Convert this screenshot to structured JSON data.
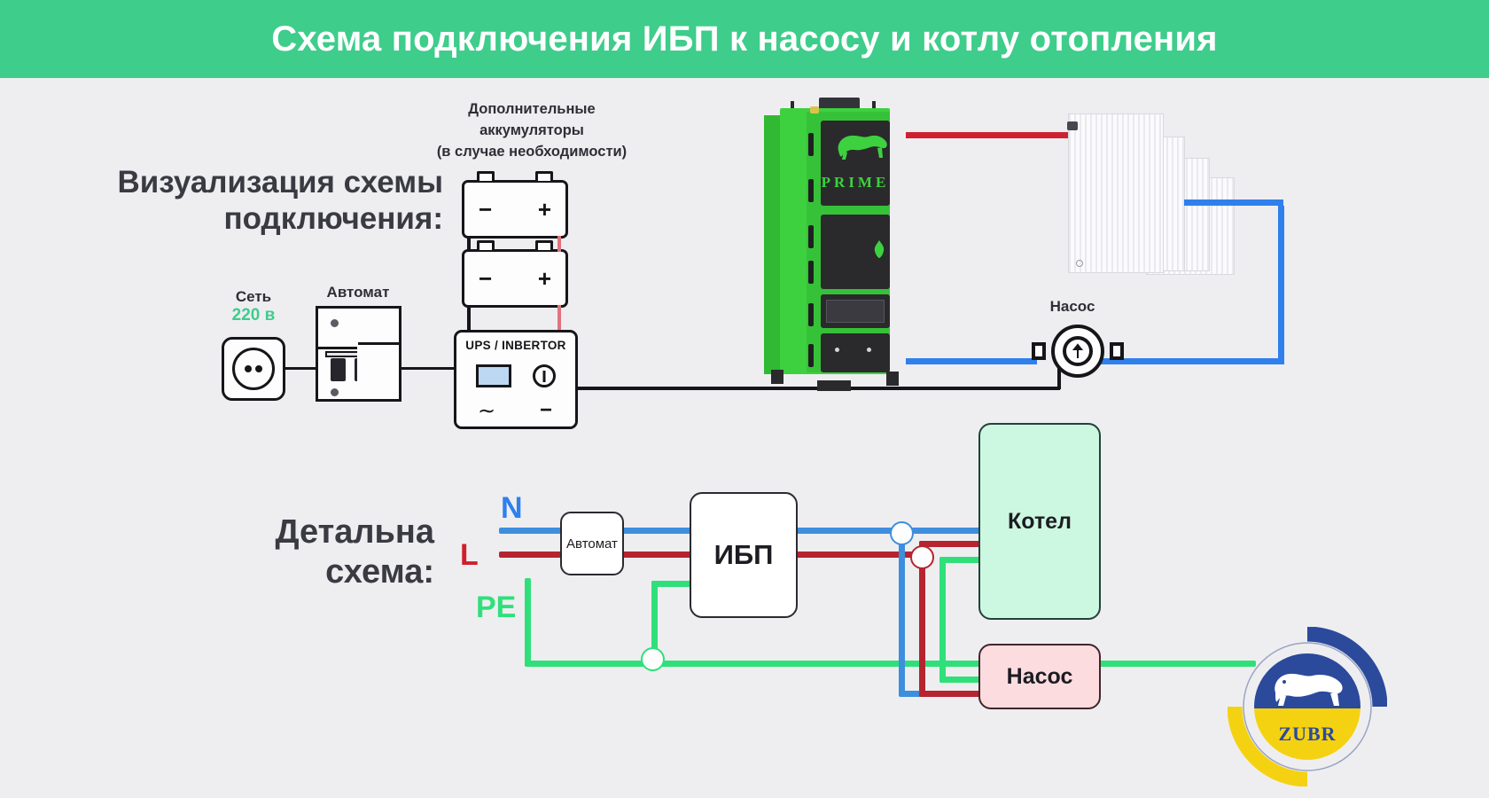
{
  "header": {
    "title": "Схема подключения ИБП к насосу и котлу отопления",
    "bg_color": "#3ecd8b",
    "text_color": "#ffffff"
  },
  "sections": {
    "visualization_label": "Визуализация схемы подключения:",
    "detailed_label": "Детальна схема:"
  },
  "visualization": {
    "battery_caption_line1": "Дополнительные",
    "battery_caption_line2": "аккумуляторы",
    "battery_caption_line3": "(в случае необходимости)",
    "mains_label": "Сеть",
    "mains_voltage": "220 в",
    "mains_voltage_color": "#3ecd8b",
    "breaker_label": "Автомат",
    "ups_label": "UPS / INBERTOR",
    "pump_label": "Насос",
    "battery_minus": "−",
    "battery_plus": "+",
    "ups_sine_icon": "∼",
    "ups_dc_icon": "−",
    "boiler_brand": "PRIME",
    "boiler_color": "#3dd13f"
  },
  "schematic": {
    "wire_labels": {
      "neutral": "N",
      "line": "L",
      "earth": "PE"
    },
    "wire_colors": {
      "neutral": "#3e8ede",
      "line": "#b6242f",
      "earth": "#2fe07a"
    },
    "breaker_box": "Автомат",
    "ups_box": "ИБП",
    "boiler_box": "Котел",
    "pump_box": "Насос",
    "boiler_box_bg": "#ccf7e0",
    "pump_box_bg": "#fcdcdf"
  },
  "brand": {
    "name": "ZUBR",
    "blue": "#2b4a9b",
    "yellow": "#f5d211"
  }
}
